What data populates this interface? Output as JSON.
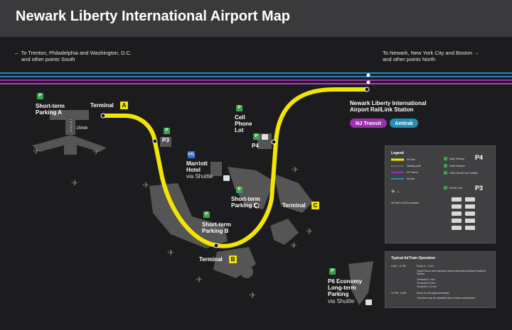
{
  "header": {
    "title": "Newark Liberty International Airport Map"
  },
  "directions": {
    "left_line1": "← To Trenton, Philadelphia and Washington, D.C.",
    "left_line2": "and other points South",
    "right_line1": "To Newark, New York City and Boston →",
    "right_line2": "and other points North"
  },
  "labels": {
    "short_term_a_1": "Short-term",
    "short_term_a_2": "Parking A",
    "terminal_a": "Terminal",
    "terminal_a_letter": "A",
    "walk_time": "15min",
    "p3": "P3",
    "cell_1": "Cell",
    "cell_2": "Phone",
    "cell_3": "Lot",
    "p4": "P4",
    "station_1": "Newark Liberty International",
    "station_2": "Airport RailLink Station",
    "nj_transit": "NJ Transit",
    "amtrak": "Amtrak",
    "marriott_1": "Marriott",
    "marriott_2": "Hotel",
    "marriott_3": "via Shuttle",
    "short_term_c_1": "Short-term",
    "short_term_c_2": "Parking C",
    "terminal_c": "Terminal",
    "terminal_c_letter": "C",
    "short_term_b_1": "Short-term",
    "short_term_b_2": "Parking B",
    "terminal_b": "Terminal",
    "terminal_b_letter": "B",
    "p6_1": "P6 Economy",
    "p6_2": "Long-term",
    "p6_3": "Parking",
    "p6_4": "via Shuttle",
    "parking_badge": "P",
    "hotel_badge": "HTL"
  },
  "legend": {
    "title": "Legend",
    "airtrain": "AirTrain",
    "walkway": "Walking path",
    "nj_transit": "NJ Transit",
    "amtrak": "Amtrak",
    "daily_parking": "Daily Parking",
    "hotel_shuttles": "Hotel Shuttles",
    "rental_car": "Other Rental Car Shuttles",
    "rental_cars": "Rental Cars",
    "p4": "P4",
    "p3": "P3",
    "ada": "AirTrain is ADA compliant"
  },
  "operation": {
    "title": "Typical AirTrain Operation",
    "row1_time": "5 AM - 11 PM",
    "row1_text": "Every 3 - 4 min",
    "row2_text": "Travel Times from Newark Liberty International Airport RailLink Station",
    "row3": "Terminal A   7 min",
    "row4": "Terminal B   9 min",
    "row5": "Terminal C   11 min",
    "row6_time": "11 PM - 5 AM",
    "row6_text": "Every 15 min (approximately)",
    "row7": "Travelers may be impacted due to track maintenance"
  },
  "colors": {
    "airtrain": "#f2e600",
    "nj_transit": "#9b2fae",
    "amtrak": "#1f8fb3",
    "parking": "#3aa34b",
    "background": "#1c1c1e",
    "header": "#3a3a3d"
  },
  "icons": [
    "walk-icon",
    "airplane-icon",
    "parking-icon",
    "hotel-icon",
    "bus-icon",
    "car-icon",
    "rental-car-icon"
  ]
}
